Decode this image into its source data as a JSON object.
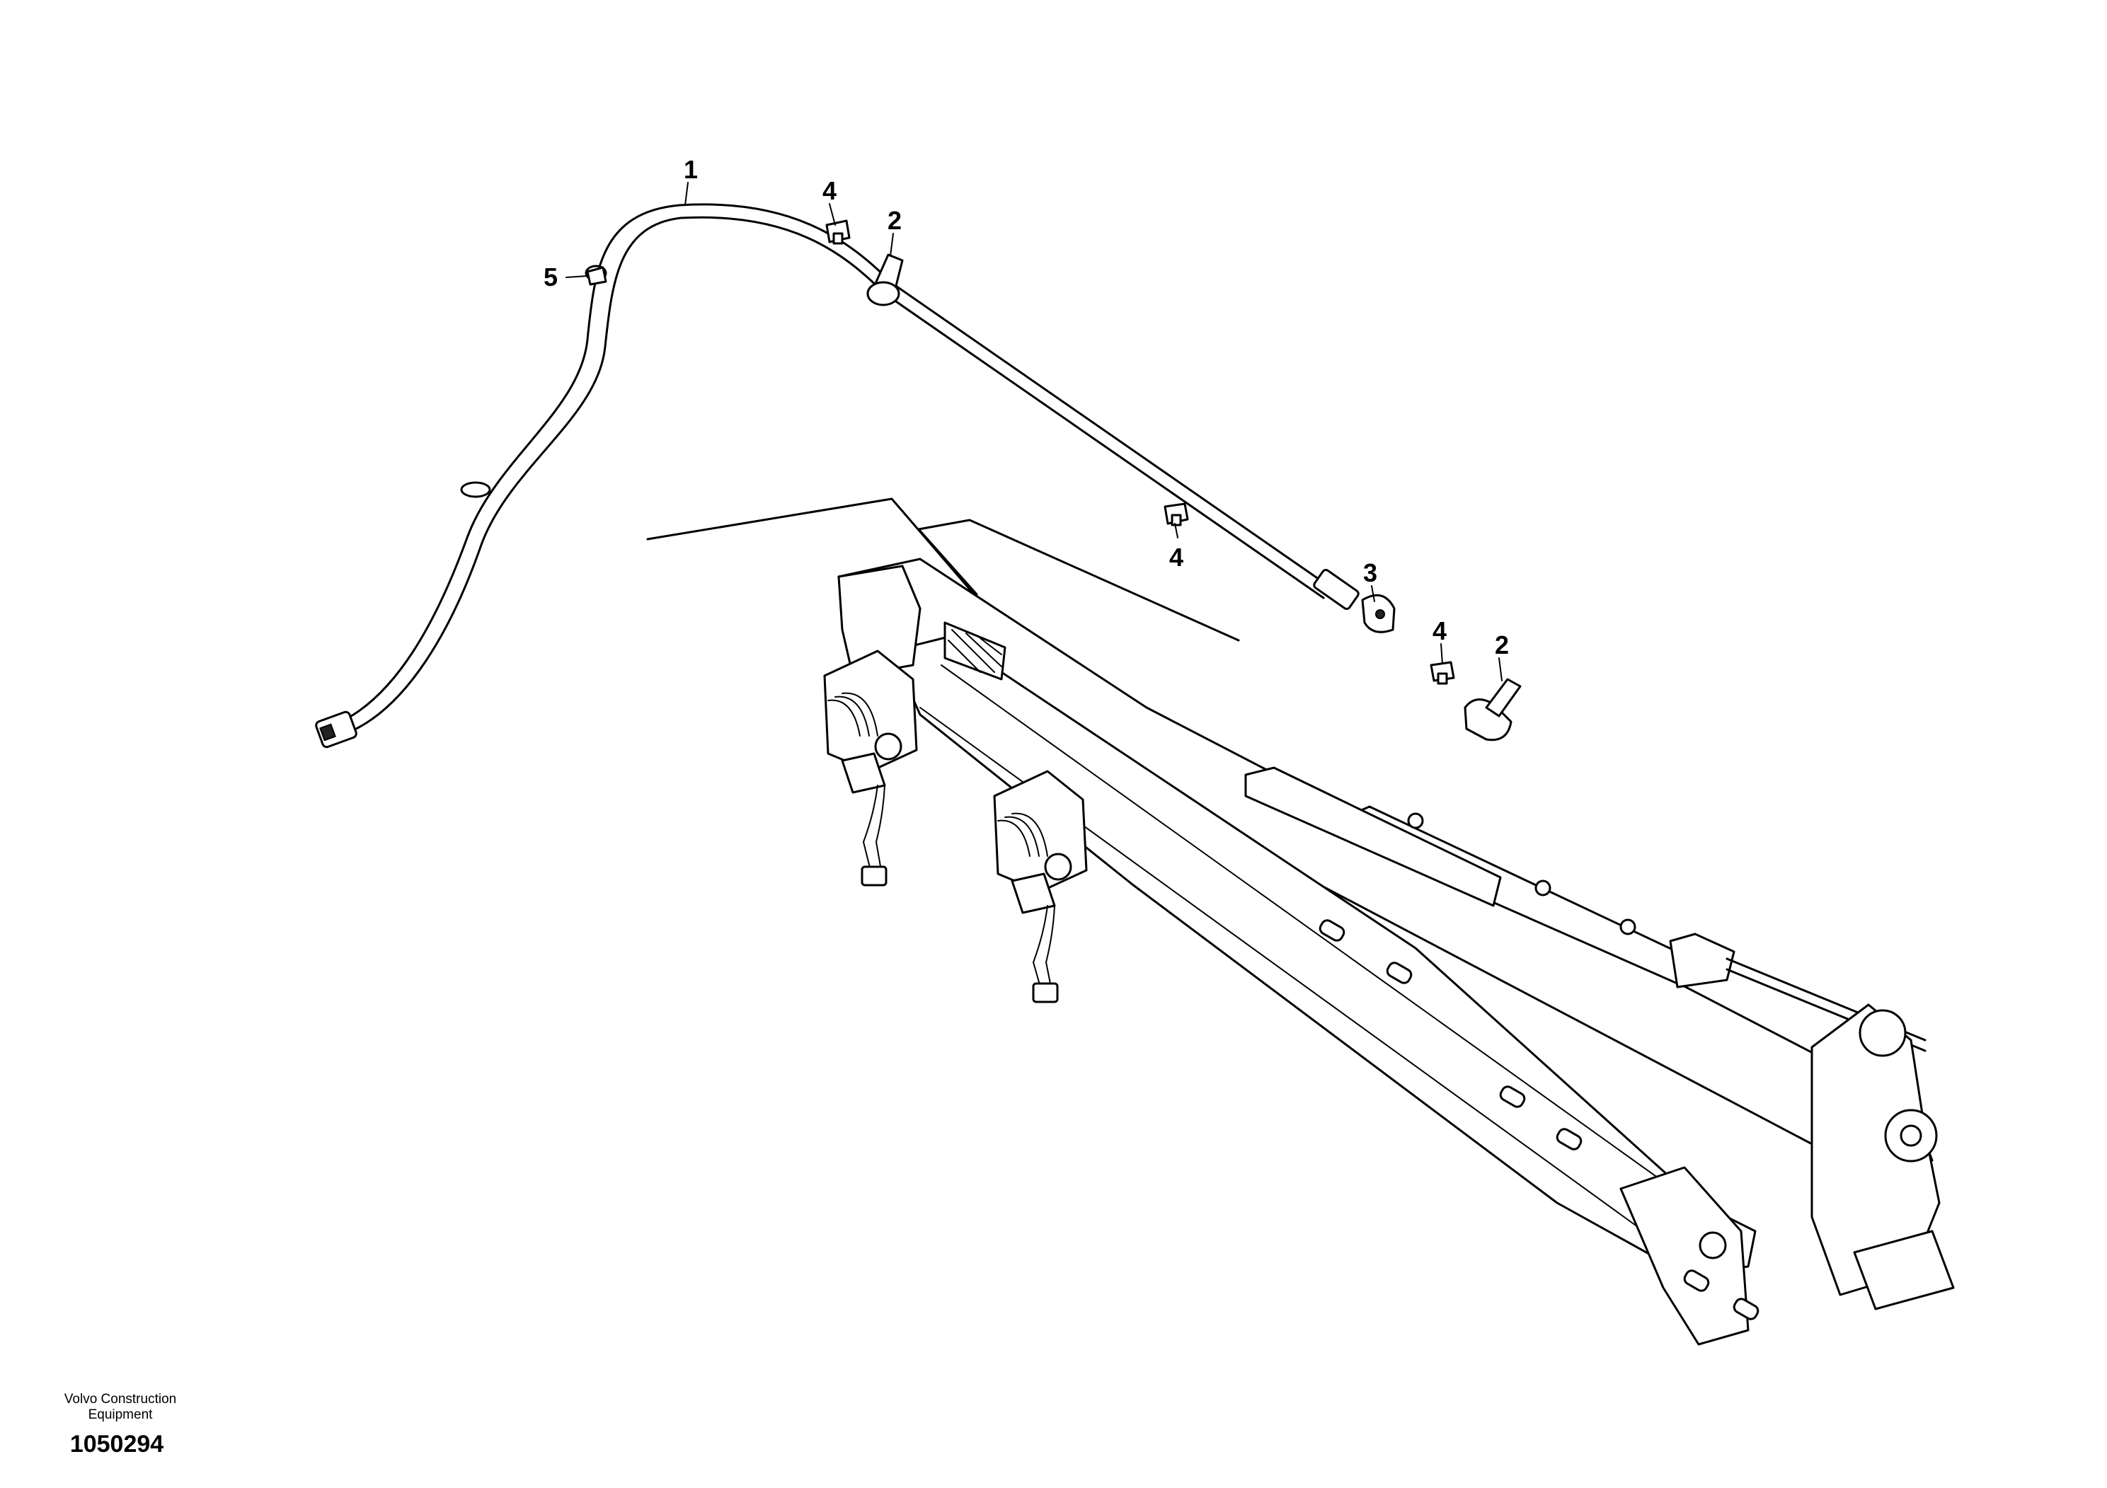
{
  "diagram": {
    "callouts": [
      {
        "id": "callout-1",
        "label": "1"
      },
      {
        "id": "callout-2-top",
        "label": "2"
      },
      {
        "id": "callout-2-right",
        "label": "2"
      },
      {
        "id": "callout-3",
        "label": "3"
      },
      {
        "id": "callout-4-top",
        "label": "4"
      },
      {
        "id": "callout-4-middle",
        "label": "4"
      },
      {
        "id": "callout-4-right",
        "label": "4"
      },
      {
        "id": "callout-5",
        "label": "5"
      }
    ]
  },
  "footer": {
    "company_line1": "Volvo Construction",
    "company_line2": "Equipment",
    "drawing_number": "1050294"
  }
}
